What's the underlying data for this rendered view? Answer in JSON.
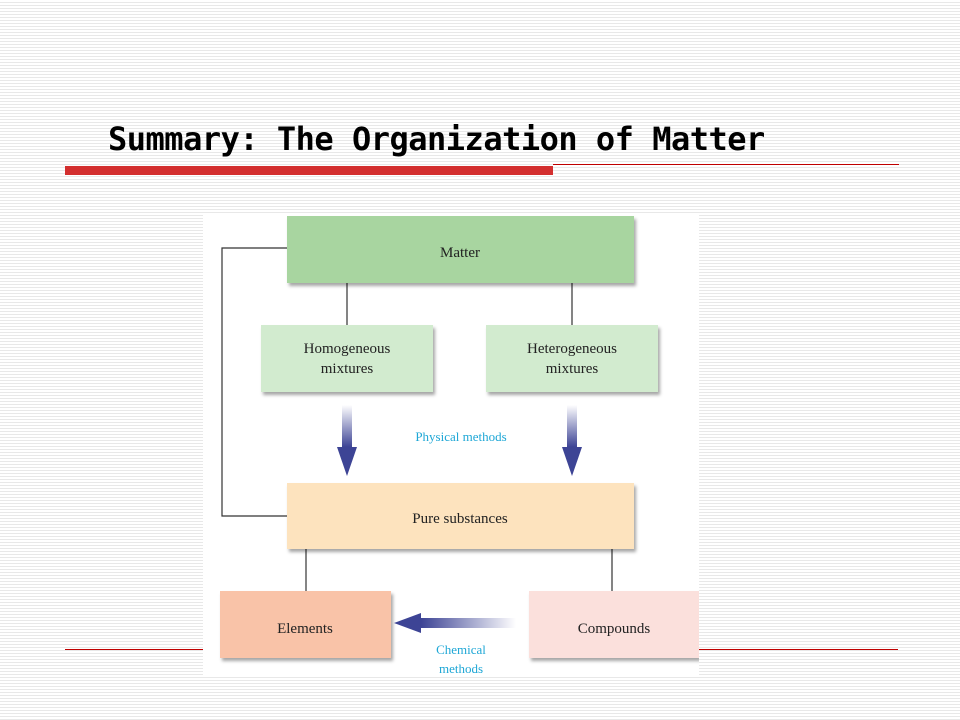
{
  "slide": {
    "title": "Summary:  The Organization of Matter"
  },
  "diagram": {
    "nodes": {
      "matter": "Matter",
      "homogeneous_line1": "Homogeneous",
      "homogeneous_line2": "mixtures",
      "heterogeneous_line1": "Heterogeneous",
      "heterogeneous_line2": "mixtures",
      "pure": "Pure substances",
      "elements": "Elements",
      "compounds": "Compounds"
    },
    "labels": {
      "physical_methods": "Physical methods",
      "chemical_line1": "Chemical",
      "chemical_line2": "methods"
    },
    "colors": {
      "matter": "#a8d5a0",
      "mixtures": "#d2ebcf",
      "pure": "#fde3be",
      "elements": "#f9c3a8",
      "compounds": "#fbe0dc",
      "arrow": "#3d4495",
      "label": "#1ea7d6",
      "title_rule": "#d32f2f"
    }
  }
}
